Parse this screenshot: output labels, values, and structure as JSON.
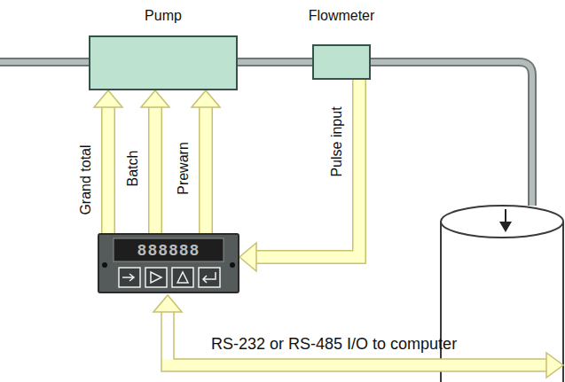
{
  "diagram": {
    "nodes": [
      {
        "text": [
          "Pump"
        ]
      },
      {
        "text": [
          "Flowmeter"
        ]
      },
      {
        "text": [
          "888888"
        ]
      }
    ],
    "edges": [
      {
        "from": 2,
        "to": 0,
        "label": "Grand total",
        "arrow": "to"
      },
      {
        "from": 2,
        "to": 0,
        "label": "Batch",
        "arrow": "to"
      },
      {
        "from": 2,
        "to": 0,
        "label": "Prewarn",
        "arrow": "to"
      },
      {
        "from": 1,
        "to": 2,
        "label": "Pulse input",
        "arrow": "to"
      }
    ],
    "labels": [
      "RS-232 or RS-485 I/O to computer"
    ]
  }
}
